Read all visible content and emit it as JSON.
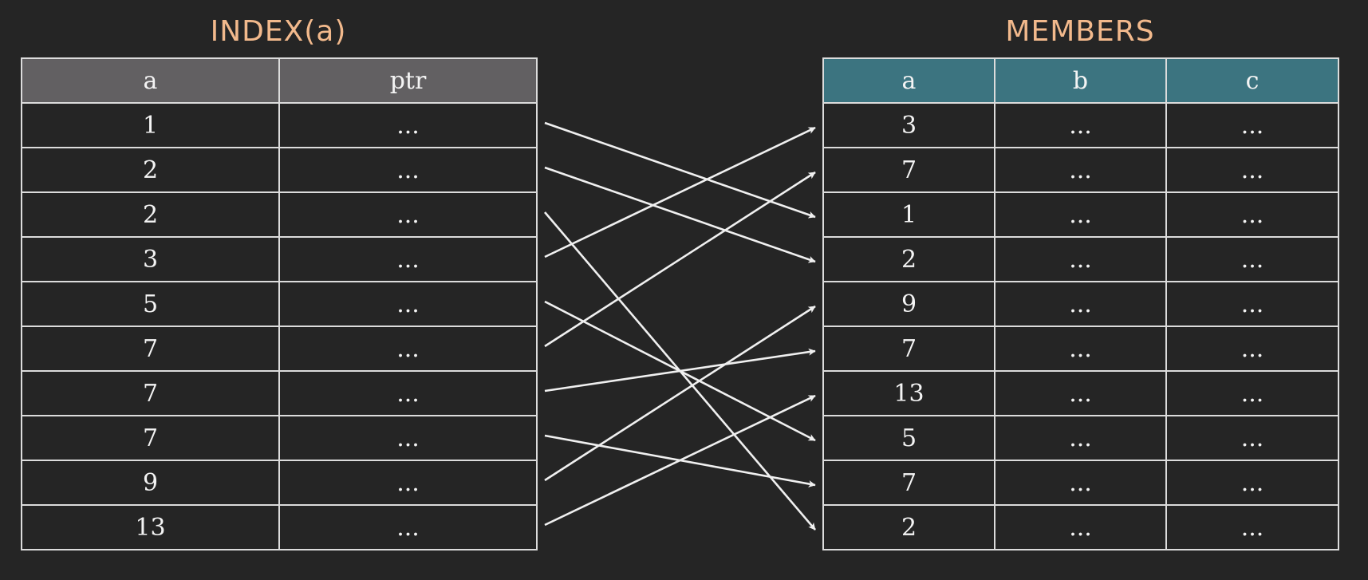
{
  "index": {
    "title": "INDEX(a)",
    "headers": [
      "a",
      "ptr"
    ],
    "rows": [
      [
        "1",
        "..."
      ],
      [
        "2",
        "..."
      ],
      [
        "2",
        "..."
      ],
      [
        "3",
        "..."
      ],
      [
        "5",
        "..."
      ],
      [
        "7",
        "..."
      ],
      [
        "7",
        "..."
      ],
      [
        "7",
        "..."
      ],
      [
        "9",
        "..."
      ],
      [
        "13",
        "..."
      ]
    ],
    "header_color": "#626062"
  },
  "members": {
    "title": "MEMBERS",
    "headers": [
      "a",
      "b",
      "c"
    ],
    "rows": [
      [
        "3",
        "...",
        "..."
      ],
      [
        "7",
        "...",
        "..."
      ],
      [
        "1",
        "...",
        "..."
      ],
      [
        "2",
        "...",
        "..."
      ],
      [
        "9",
        "...",
        "..."
      ],
      [
        "7",
        "...",
        "..."
      ],
      [
        "13",
        "...",
        "..."
      ],
      [
        "5",
        "...",
        "..."
      ],
      [
        "7",
        "...",
        "..."
      ],
      [
        "2",
        "...",
        "..."
      ]
    ],
    "header_color": "#3c7480"
  },
  "title_color": "#f2b98c",
  "pointers": [
    {
      "from_row": 0,
      "to_row": 2
    },
    {
      "from_row": 1,
      "to_row": 3
    },
    {
      "from_row": 2,
      "to_row": 9
    },
    {
      "from_row": 3,
      "to_row": 0
    },
    {
      "from_row": 4,
      "to_row": 7
    },
    {
      "from_row": 5,
      "to_row": 1
    },
    {
      "from_row": 6,
      "to_row": 5
    },
    {
      "from_row": 7,
      "to_row": 8
    },
    {
      "from_row": 8,
      "to_row": 4
    },
    {
      "from_row": 9,
      "to_row": 6
    }
  ]
}
